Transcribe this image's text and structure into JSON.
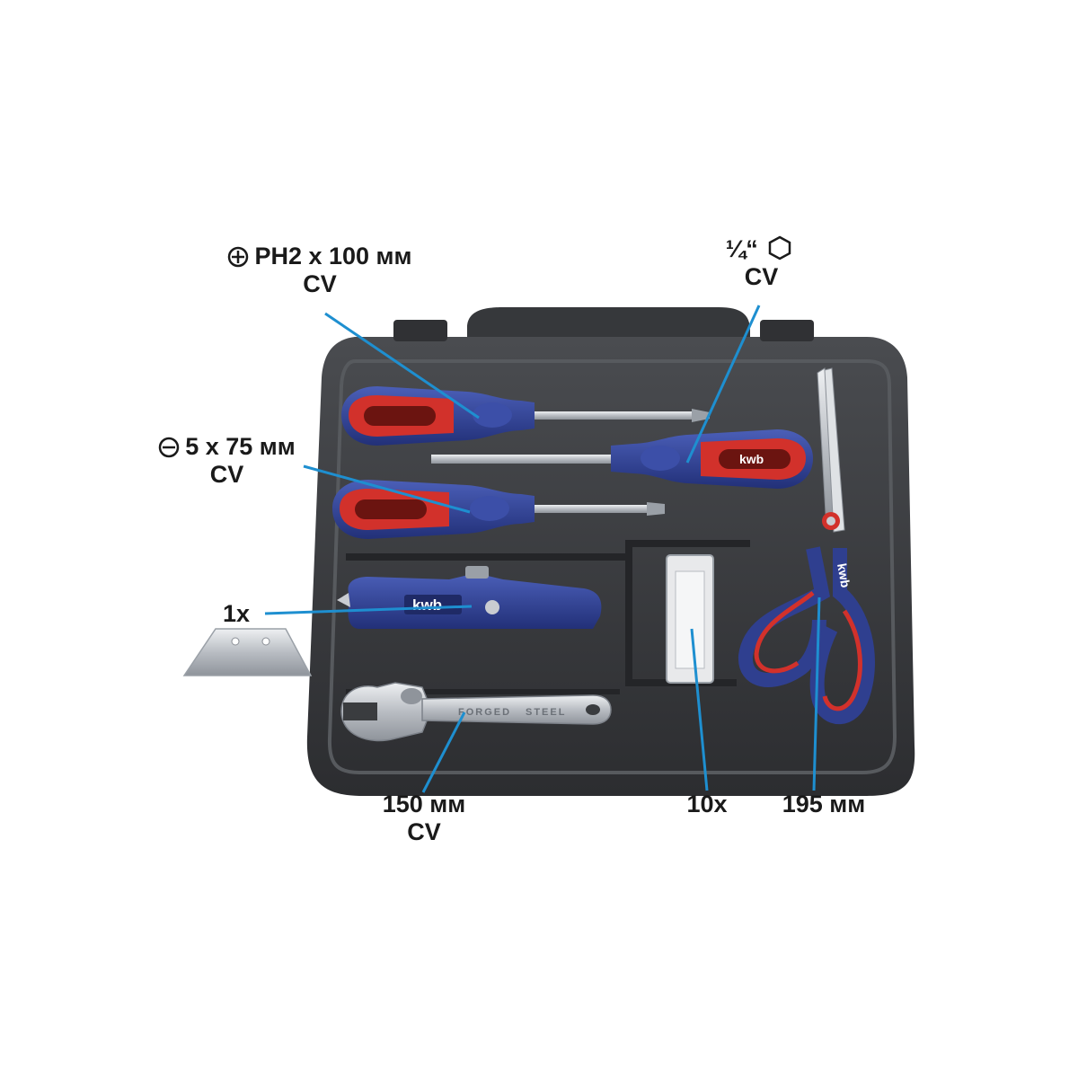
{
  "colors": {
    "case": "#3d3f42",
    "case_dark": "#232426",
    "case_light": "#5a5c60",
    "grip_blue": "#2f3f8f",
    "grip_red": "#d2312b",
    "grip_gray": "#8d8f94",
    "callout_line": "#1e8fd0",
    "steel": "#c9ccd1"
  },
  "brand": {
    "logo_text": "kwb"
  },
  "wrench": {
    "engraving": [
      "FORGED",
      "STEEL"
    ]
  },
  "labels": {
    "phillips": {
      "symbol": "phillips-icon",
      "line1": "PH2 x 100 мм",
      "line2": "CV"
    },
    "hex": {
      "line1": "¼“",
      "symbol": "hexagon-icon",
      "line2": "CV"
    },
    "slotted": {
      "symbol": "slotted-icon",
      "line1": "5 x 75 мм",
      "line2": "CV"
    },
    "knife": {
      "line1": "1x"
    },
    "wrench": {
      "line1": "150 мм",
      "line2": "CV"
    },
    "blades": {
      "line1": "10x"
    },
    "scissors": {
      "line1": "195 мм"
    }
  }
}
